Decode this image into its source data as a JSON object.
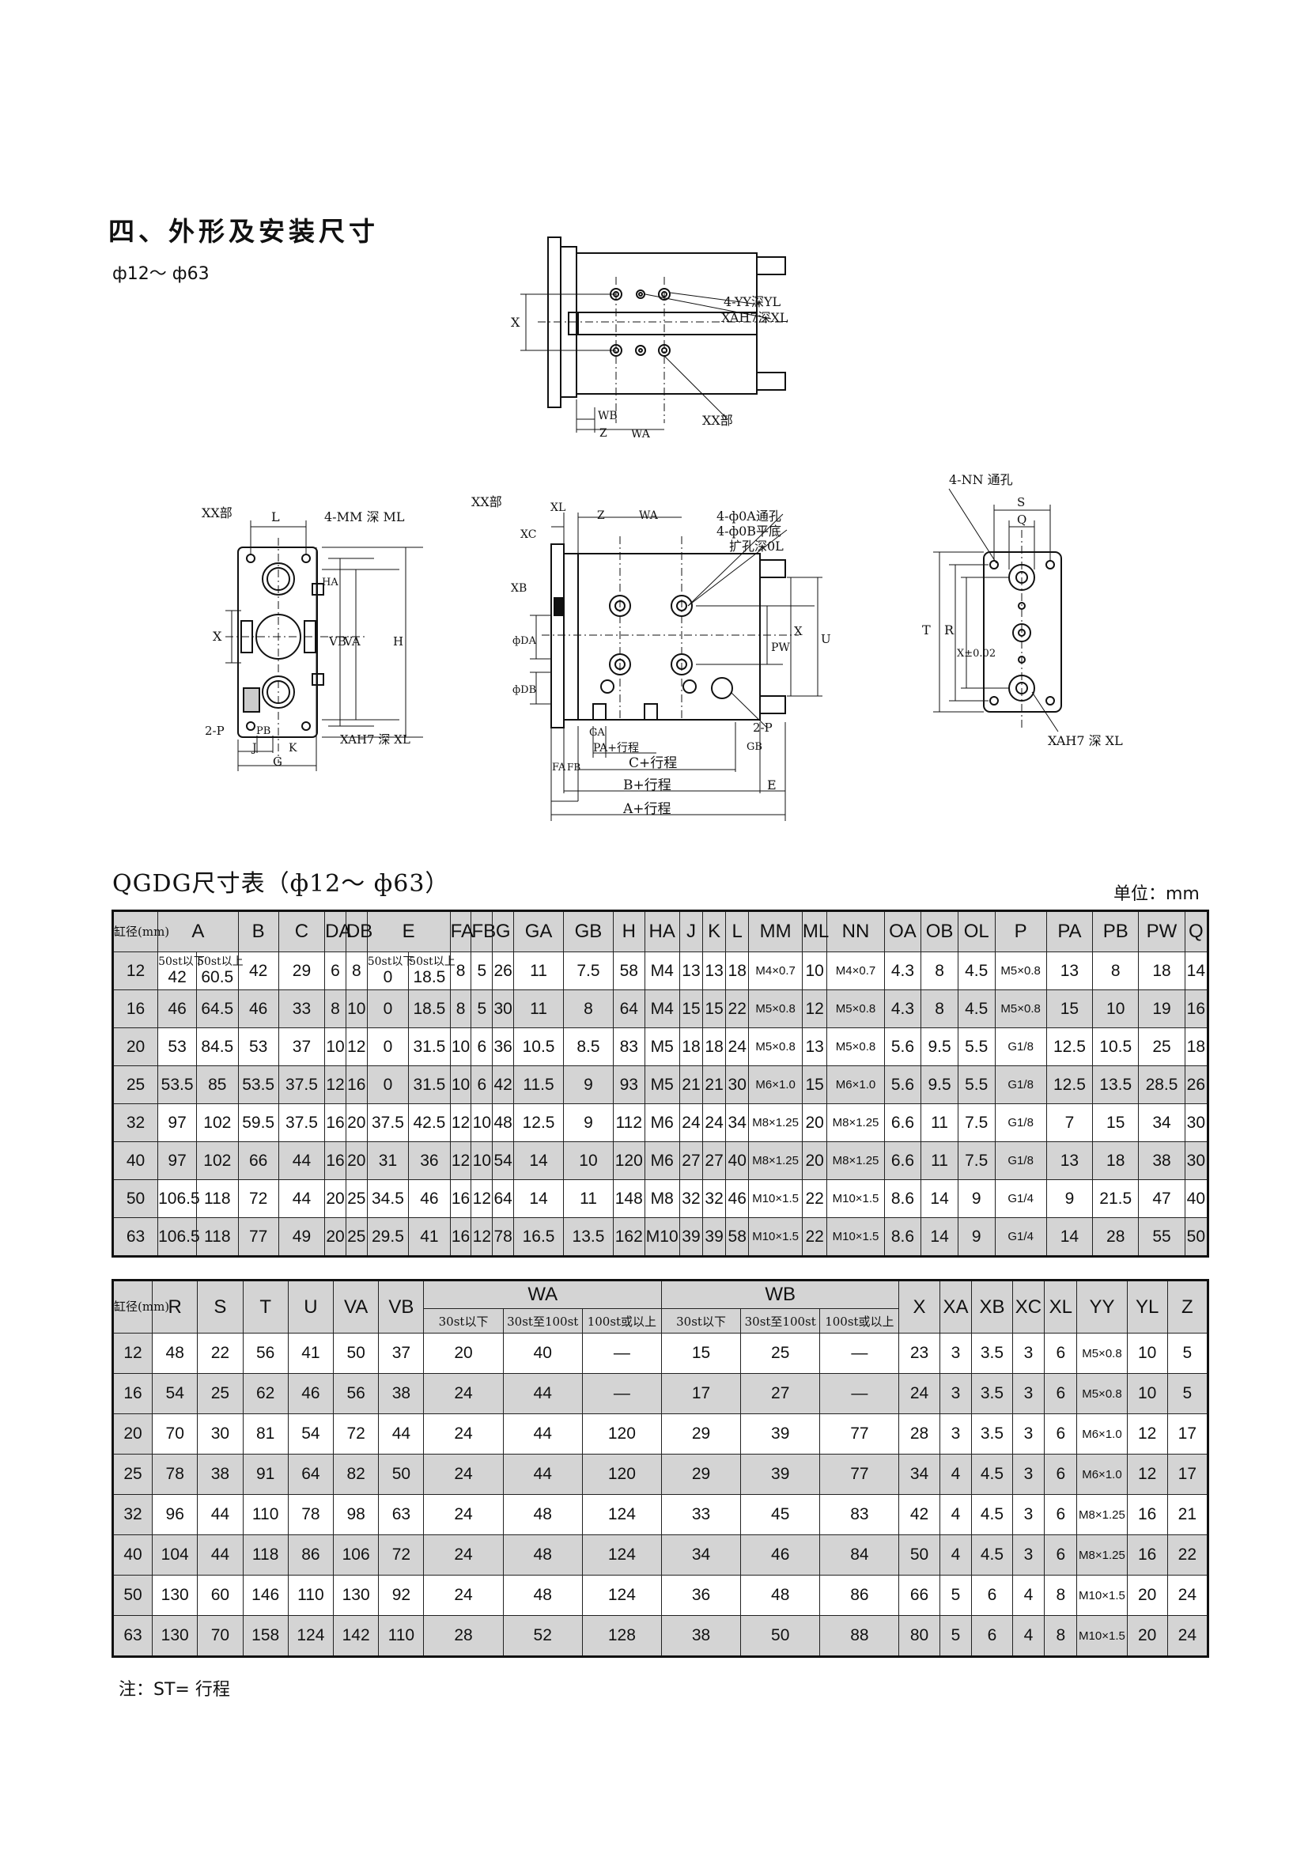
{
  "section_title": "四、外形及安装尺寸",
  "range_label": "ф12～ ф63",
  "drawing_labels": {
    "yy": "4-YY深YL",
    "xa_xl_top": "XAH7深XL",
    "xx_top": "XX部",
    "x": "X",
    "wb": "WB",
    "z": "Z",
    "wa": "WA",
    "left_xx": "XX部",
    "l": "L",
    "mm": "4-MM 深 ML",
    "ha": "HA",
    "vb": "VB",
    "va": "VA",
    "h": "H",
    "p2": "2-P",
    "pb": "PB",
    "j": "J",
    "k": "K",
    "g": "G",
    "xa_xl": "XAH7 深 XL",
    "xl": "XL",
    "xc": "XC",
    "xb": "XB",
    "oa": "4-ф0A通孔",
    "ob": "4-ф0B平底",
    "ol": "扩孔深0L",
    "da": "фDA",
    "db": "фDB",
    "pw": "PW",
    "u": "U",
    "ga": "GA",
    "pa": "PA+行程",
    "gb": "GB",
    "fa": "FA",
    "fb": "FB",
    "c": "C+行程",
    "b": "B+行程",
    "e": "E",
    "a": "A+行程",
    "nn": "4-NN 通孔",
    "s": "S",
    "q": "Q",
    "t": "T",
    "r": "R",
    "x_tol": "X±0.02"
  },
  "table_title": "QGDG尺寸表（ф12～ ф63）",
  "unit_label": "单位：mm",
  "table1": {
    "bore_header": "缸径(mm)",
    "headers": [
      "A",
      "B",
      "C",
      "DA",
      "DB",
      "E",
      "FA",
      "FB",
      "G",
      "GA",
      "GB",
      "H",
      "HA",
      "J",
      "K",
      "L",
      "MM",
      "ML",
      "NN",
      "OA",
      "OB",
      "OL",
      "P",
      "PA",
      "PB",
      "PW",
      "Q"
    ],
    "sub_below50": "50st以下",
    "sub_above50": "50st以上",
    "rows": [
      [
        "12",
        "42",
        "60.5",
        "42",
        "29",
        "6",
        "8",
        "0",
        "18.5",
        "8",
        "5",
        "26",
        "11",
        "7.5",
        "58",
        "M4",
        "13",
        "13",
        "18",
        "M4×0.7",
        "10",
        "M4×0.7",
        "4.3",
        "8",
        "4.5",
        "M5×0.8",
        "13",
        "8",
        "18",
        "14"
      ],
      [
        "16",
        "46",
        "64.5",
        "46",
        "33",
        "8",
        "10",
        "0",
        "18.5",
        "8",
        "5",
        "30",
        "11",
        "8",
        "64",
        "M4",
        "15",
        "15",
        "22",
        "M5×0.8",
        "12",
        "M5×0.8",
        "4.3",
        "8",
        "4.5",
        "M5×0.8",
        "15",
        "10",
        "19",
        "16"
      ],
      [
        "20",
        "53",
        "84.5",
        "53",
        "37",
        "10",
        "12",
        "0",
        "31.5",
        "10",
        "6",
        "36",
        "10.5",
        "8.5",
        "83",
        "M5",
        "18",
        "18",
        "24",
        "M5×0.8",
        "13",
        "M5×0.8",
        "5.6",
        "9.5",
        "5.5",
        "G1/8",
        "12.5",
        "10.5",
        "25",
        "18"
      ],
      [
        "25",
        "53.5",
        "85",
        "53.5",
        "37.5",
        "12",
        "16",
        "0",
        "31.5",
        "10",
        "6",
        "42",
        "11.5",
        "9",
        "93",
        "M5",
        "21",
        "21",
        "30",
        "M6×1.0",
        "15",
        "M6×1.0",
        "5.6",
        "9.5",
        "5.5",
        "G1/8",
        "12.5",
        "13.5",
        "28.5",
        "26"
      ],
      [
        "32",
        "97",
        "102",
        "59.5",
        "37.5",
        "16",
        "20",
        "37.5",
        "42.5",
        "12",
        "10",
        "48",
        "12.5",
        "9",
        "112",
        "M6",
        "24",
        "24",
        "34",
        "M8×1.25",
        "20",
        "M8×1.25",
        "6.6",
        "11",
        "7.5",
        "G1/8",
        "7",
        "15",
        "34",
        "30"
      ],
      [
        "40",
        "97",
        "102",
        "66",
        "44",
        "16",
        "20",
        "31",
        "36",
        "12",
        "10",
        "54",
        "14",
        "10",
        "120",
        "M6",
        "27",
        "27",
        "40",
        "M8×1.25",
        "20",
        "M8×1.25",
        "6.6",
        "11",
        "7.5",
        "G1/8",
        "13",
        "18",
        "38",
        "30"
      ],
      [
        "50",
        "106.5",
        "118",
        "72",
        "44",
        "20",
        "25",
        "34.5",
        "46",
        "16",
        "12",
        "64",
        "14",
        "11",
        "148",
        "M8",
        "32",
        "32",
        "46",
        "M10×1.5",
        "22",
        "M10×1.5",
        "8.6",
        "14",
        "9",
        "G1/4",
        "9",
        "21.5",
        "47",
        "40"
      ],
      [
        "63",
        "106.5",
        "118",
        "77",
        "49",
        "20",
        "25",
        "29.5",
        "41",
        "16",
        "12",
        "78",
        "16.5",
        "13.5",
        "162",
        "M10",
        "39",
        "39",
        "58",
        "M10×1.5",
        "22",
        "M10×1.5",
        "8.6",
        "14",
        "9",
        "G1/4",
        "14",
        "28",
        "55",
        "50"
      ]
    ]
  },
  "table2": {
    "bore_header": "缸径(mm)",
    "headers": [
      "R",
      "S",
      "T",
      "U",
      "VA",
      "VB",
      "WA",
      "WB",
      "X",
      "XA",
      "XB",
      "XC",
      "XL",
      "YY",
      "YL",
      "Z"
    ],
    "wa_wb_sub": [
      "30st以下",
      "30st至100st",
      "100st或以上"
    ],
    "rows": [
      [
        "12",
        "48",
        "22",
        "56",
        "41",
        "50",
        "37",
        "20",
        "40",
        "—",
        "15",
        "25",
        "—",
        "23",
        "3",
        "3.5",
        "3",
        "6",
        "M5×0.8",
        "10",
        "5"
      ],
      [
        "16",
        "54",
        "25",
        "62",
        "46",
        "56",
        "38",
        "24",
        "44",
        "—",
        "17",
        "27",
        "—",
        "24",
        "3",
        "3.5",
        "3",
        "6",
        "M5×0.8",
        "10",
        "5"
      ],
      [
        "20",
        "70",
        "30",
        "81",
        "54",
        "72",
        "44",
        "24",
        "44",
        "120",
        "29",
        "39",
        "77",
        "28",
        "3",
        "3.5",
        "3",
        "6",
        "M6×1.0",
        "12",
        "17"
      ],
      [
        "25",
        "78",
        "38",
        "91",
        "64",
        "82",
        "50",
        "24",
        "44",
        "120",
        "29",
        "39",
        "77",
        "34",
        "4",
        "4.5",
        "3",
        "6",
        "M6×1.0",
        "12",
        "17"
      ],
      [
        "32",
        "96",
        "44",
        "110",
        "78",
        "98",
        "63",
        "24",
        "48",
        "124",
        "33",
        "45",
        "83",
        "42",
        "4",
        "4.5",
        "3",
        "6",
        "M8×1.25",
        "16",
        "21"
      ],
      [
        "40",
        "104",
        "44",
        "118",
        "86",
        "106",
        "72",
        "24",
        "48",
        "124",
        "34",
        "46",
        "84",
        "50",
        "4",
        "4.5",
        "3",
        "6",
        "M8×1.25",
        "16",
        "22"
      ],
      [
        "50",
        "130",
        "60",
        "146",
        "110",
        "130",
        "92",
        "24",
        "48",
        "124",
        "36",
        "48",
        "86",
        "66",
        "5",
        "6",
        "4",
        "8",
        "M10×1.5",
        "20",
        "24"
      ],
      [
        "63",
        "130",
        "70",
        "158",
        "124",
        "142",
        "110",
        "28",
        "52",
        "128",
        "38",
        "50",
        "88",
        "80",
        "5",
        "6",
        "4",
        "8",
        "M10×1.5",
        "20",
        "24"
      ]
    ]
  },
  "footnote": "注：ST= 行程"
}
